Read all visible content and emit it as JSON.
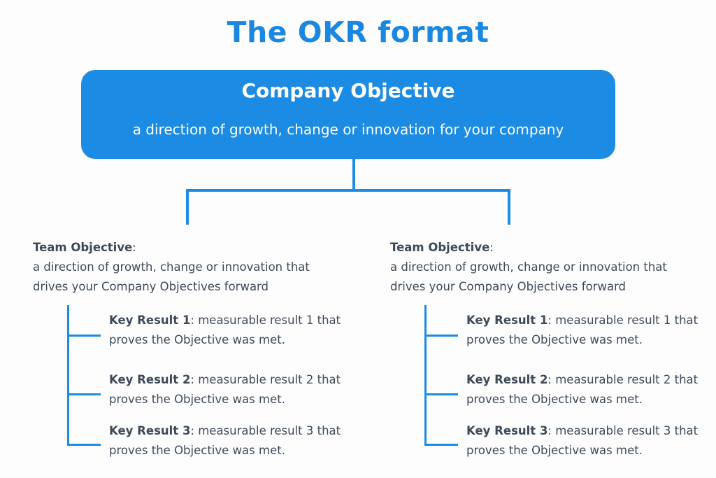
{
  "title": "The OKR format",
  "company": {
    "title": "Company Objective",
    "description": "a direction of growth, change or innovation for your company"
  },
  "teams": [
    {
      "label": "Team Objective",
      "colon": ":",
      "line1": "a direction of growth, change or innovation that",
      "line2": "drives your Company Objectives forward",
      "key_results": [
        {
          "label": "Key Result 1",
          "text": ": measurable result 1 that",
          "line2": "proves the Objective was met."
        },
        {
          "label": "Key Result 2",
          "text": ": measurable result 2 that",
          "line2": "proves the Objective was met."
        },
        {
          "label": "Key Result 3",
          "text": ": measurable result 3 that",
          "line2": "proves the Objective was met."
        }
      ]
    },
    {
      "label": "Team Objective",
      "colon": ":",
      "line1": "a direction of growth, change or innovation that",
      "line2": "drives your Company Objectives forward",
      "key_results": [
        {
          "label": "Key Result 1",
          "text": ": measurable result 1 that",
          "line2": "proves the Objective was met."
        },
        {
          "label": "Key Result 2",
          "text": ": measurable result 2 that",
          "line2": "proves the Objective was met."
        },
        {
          "label": "Key Result 3",
          "text": ": measurable result 3 that",
          "line2": "proves the Objective was met."
        }
      ]
    }
  ],
  "colors": {
    "accent": "#1b8be3",
    "title": "#1a87e0",
    "text": "#3e4a58"
  }
}
